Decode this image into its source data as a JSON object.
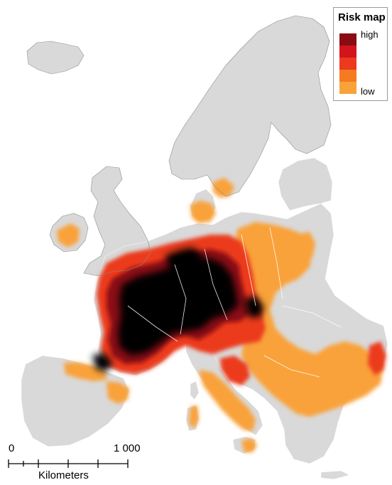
{
  "legend": {
    "title": "Risk map",
    "high_label": "high",
    "low_label": "low",
    "colors": [
      "#8b0b12",
      "#d4141c",
      "#ec3a1f",
      "#f47b20",
      "#f9a23a"
    ]
  },
  "scale_bar": {
    "zero_label": "0",
    "max_label": "1 000",
    "unit_label": "Kilometers"
  },
  "map_colors": {
    "land": "#d9d9d9",
    "outline": "#ffffff",
    "sea": "#ffffff",
    "hotspot": "#000000"
  }
}
